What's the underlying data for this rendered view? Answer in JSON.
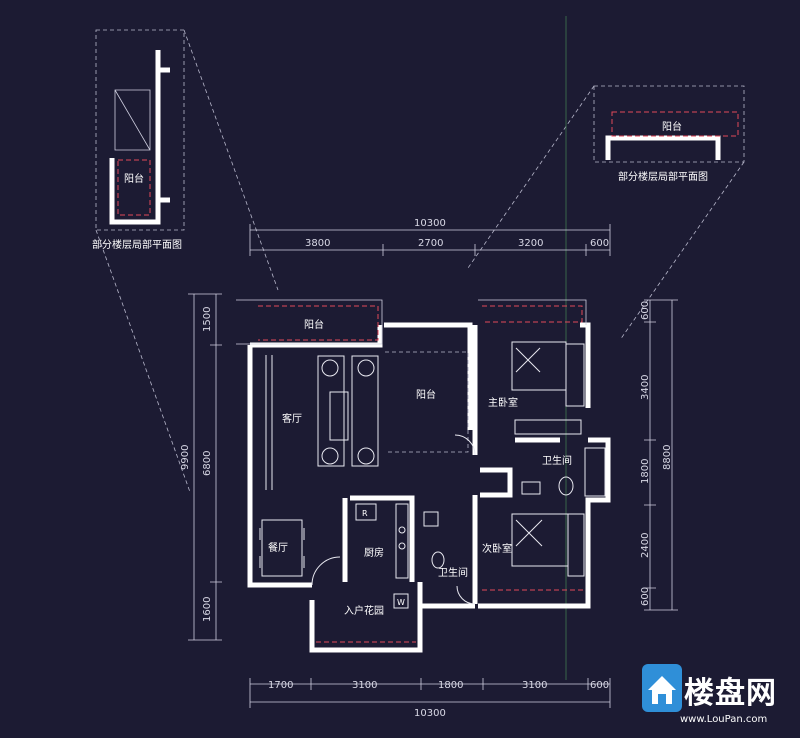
{
  "rooms": {
    "balcony_top": "阳台",
    "balcony_mid": "阳台",
    "living_room": "客厅",
    "master_bedroom": "主卧室",
    "bathroom_master": "卫生间",
    "dining_room": "餐厅",
    "kitchen": "厨房",
    "bathroom_small": "卫生间",
    "second_bedroom": "次卧室",
    "entry_garden": "入户花园",
    "inset_left_balcony": "阳台",
    "inset_right_balcony": "阳台"
  },
  "insets": {
    "left_caption": "部分楼层局部平面图",
    "right_caption": "部分楼层局部平面图"
  },
  "markers": {
    "fridge": "R",
    "washer": "W"
  },
  "dimensions": {
    "top_total": "10300",
    "top_segments": [
      "3800",
      "2700",
      "3200",
      "600"
    ],
    "bottom_total": "10300",
    "bottom_segments": [
      "1700",
      "3100",
      "1800",
      "3100",
      "600"
    ],
    "left_total": "9900",
    "left_segments": [
      "1500",
      "6800",
      "1600"
    ],
    "right_total": "8800",
    "right_segments": [
      "600",
      "3400",
      "1800",
      "2400",
      "600"
    ]
  },
  "watermark": {
    "brand": "楼盘网",
    "url": "www.LouPan.com"
  },
  "colors": {
    "background": "#1c1b33",
    "wall": "#ffffff",
    "accent_red": "#e0485a",
    "logo_blue": "#2f8fd8"
  }
}
